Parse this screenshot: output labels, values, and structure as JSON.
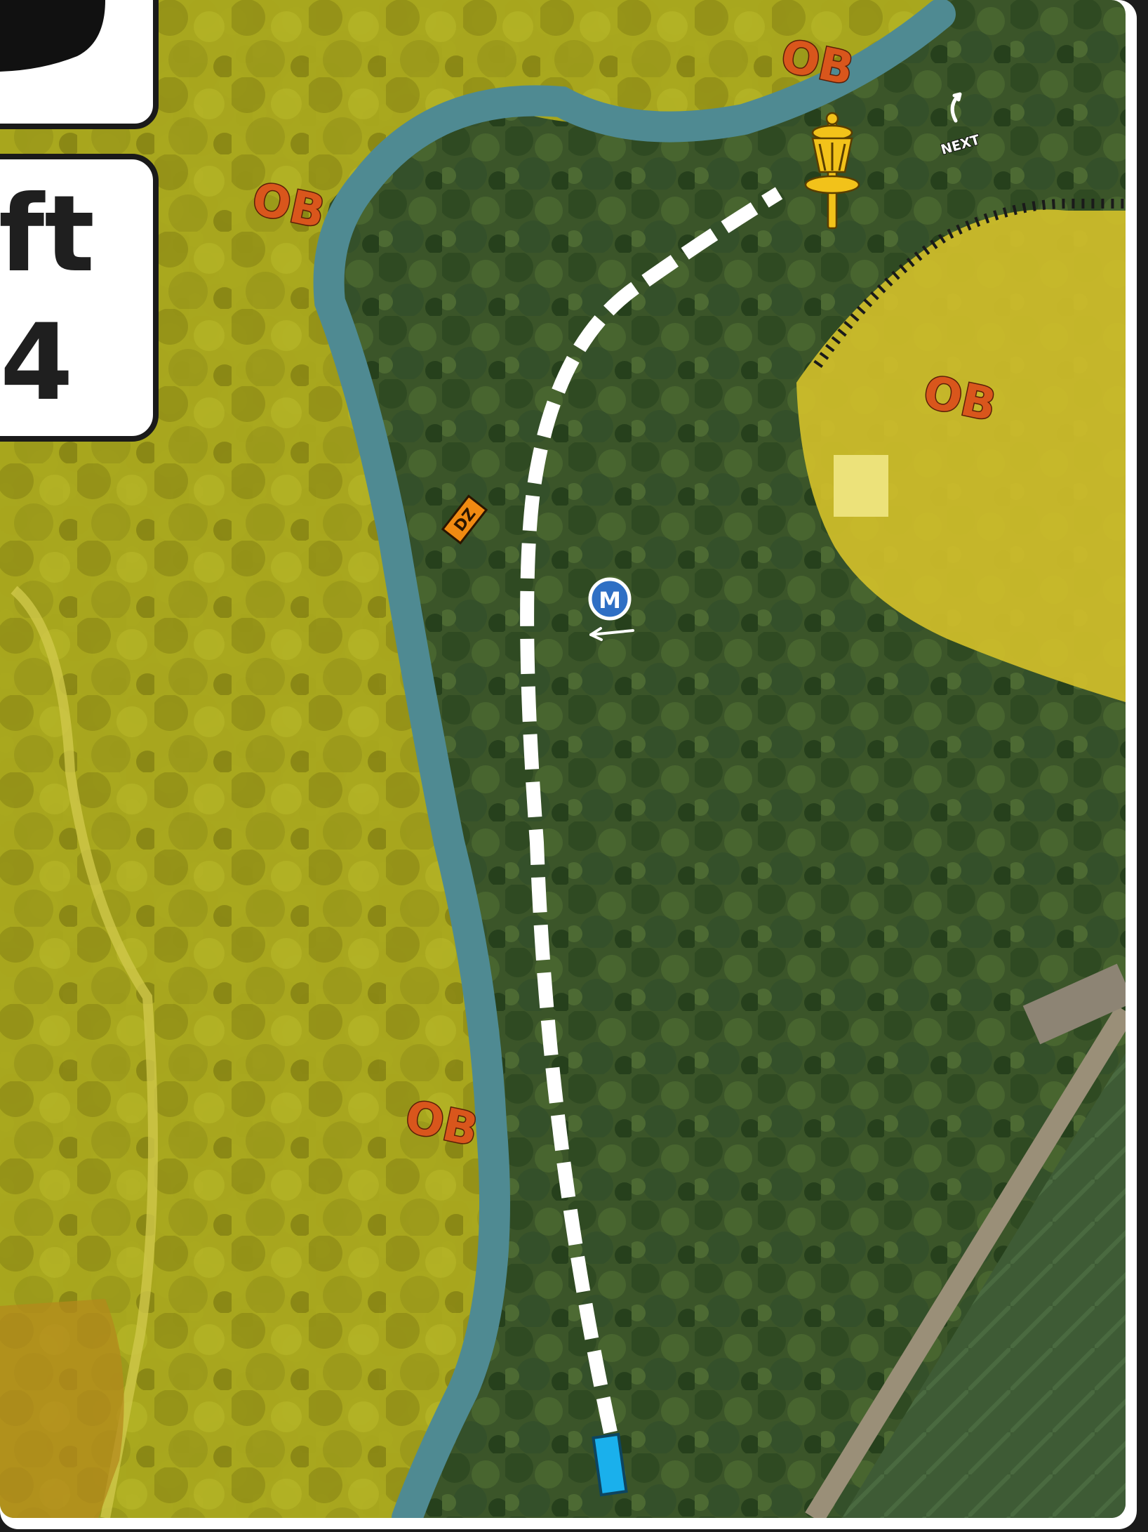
{
  "map": {
    "distance_label_fragment": "ft",
    "par_fragment": "4",
    "ob_labels": [
      "OB",
      "OB",
      "OB",
      "OB"
    ],
    "dropzone_label": "DZ",
    "mando_label": "M",
    "next_label": "NEXT",
    "colors": {
      "ob_zone": "#b5b21c",
      "creek": "#4f8a92",
      "forest": "#3a5328",
      "fairway_line": "#ffffff",
      "tee": "#1ab0ec",
      "basket": "#f2c21a",
      "dropzone": "#f08a12",
      "mando": "#2f6fc4",
      "ob_text": "#d9561c"
    }
  }
}
